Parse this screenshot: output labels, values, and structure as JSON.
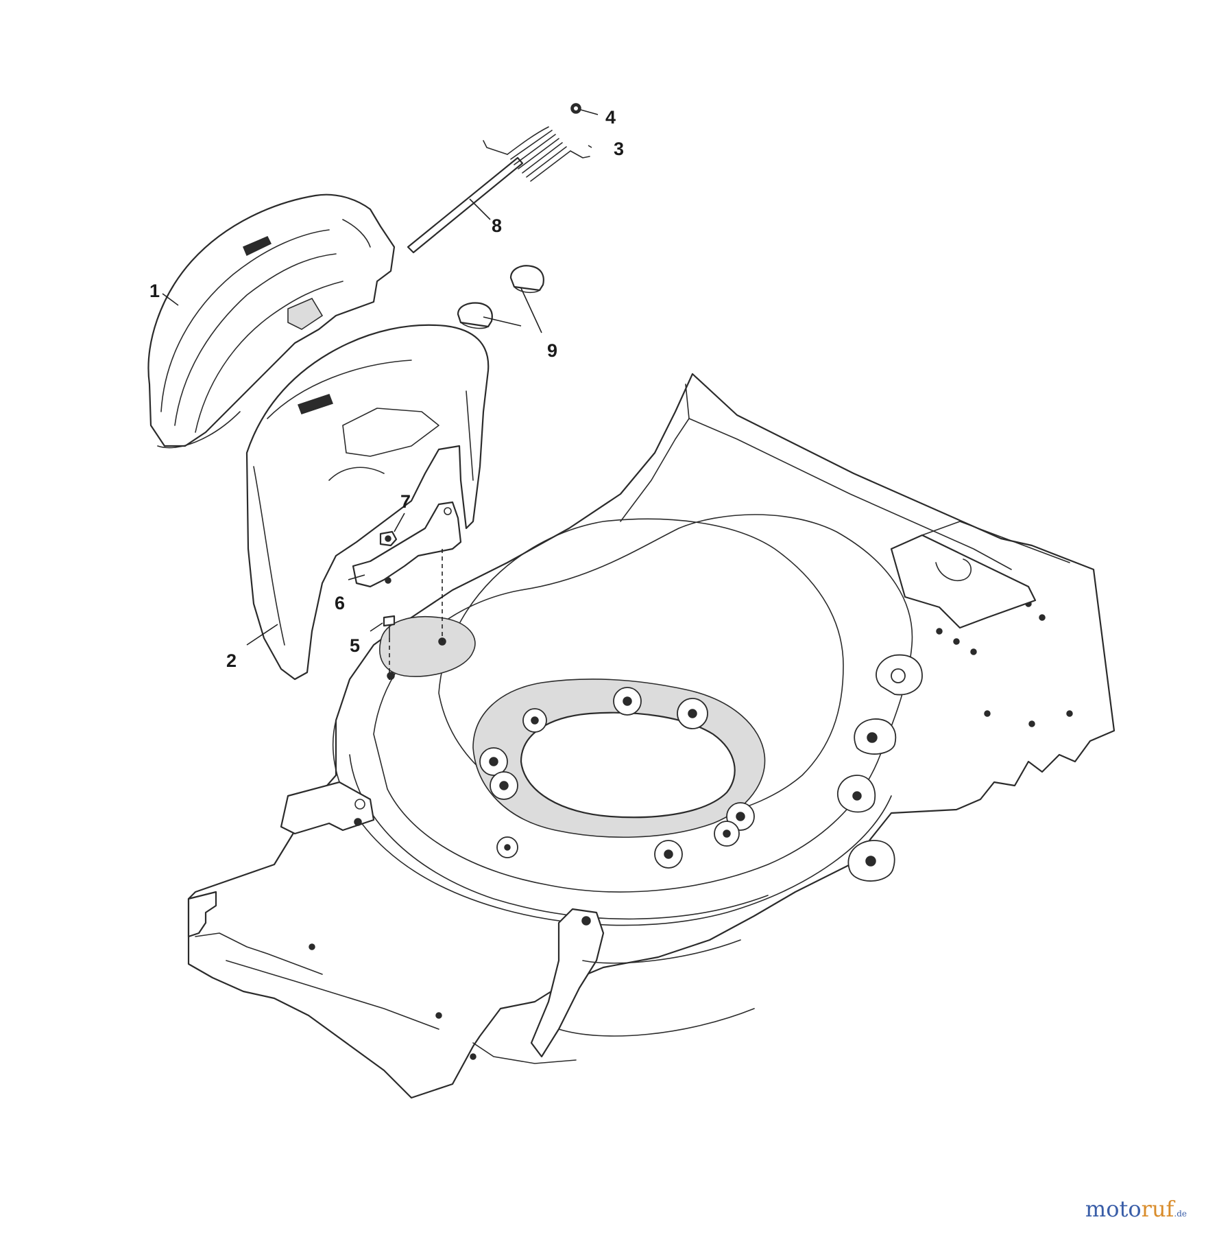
{
  "callouts": [
    {
      "id": "1",
      "label": "1"
    },
    {
      "id": "2",
      "label": "2"
    },
    {
      "id": "3",
      "label": "3"
    },
    {
      "id": "4",
      "label": "4"
    },
    {
      "id": "5",
      "label": "5"
    },
    {
      "id": "6",
      "label": "6"
    },
    {
      "id": "7",
      "label": "7"
    },
    {
      "id": "8",
      "label": "8"
    },
    {
      "id": "9",
      "label": "9"
    }
  ],
  "watermark": {
    "part1": "moto",
    "part2": "ruf",
    "part3": ".de"
  }
}
